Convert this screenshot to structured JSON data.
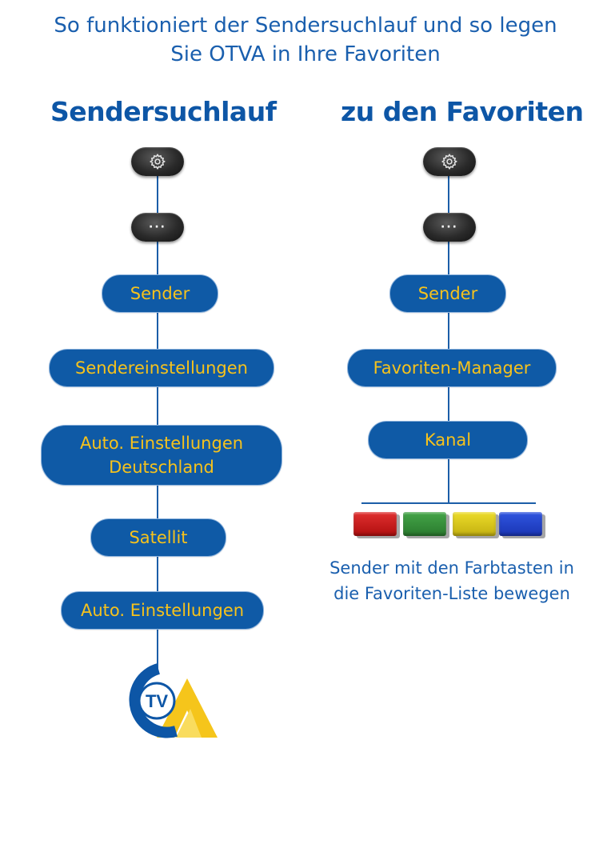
{
  "title": {
    "line1": "So funktioniert der Sendersuchlauf und so legen",
    "line2": "Sie OTVA in Ihre Favoriten"
  },
  "left": {
    "heading": "Sendersuchlauf",
    "steps": {
      "sender": "Sender",
      "sendereinstellungen": "Sendereinstellungen",
      "auto_line1": "Auto. Einstellungen",
      "auto_line2": "Deutschland",
      "satellit": "Satellit",
      "auto_einstellungen": "Auto. Einstellungen"
    },
    "logo_text": "TV"
  },
  "right": {
    "heading": "zu den Favoriten",
    "steps": {
      "sender": "Sender",
      "favoriten_manager": "Favoriten-Manager",
      "kanal": "Kanal"
    },
    "color_keys": [
      "red",
      "green",
      "yellow",
      "blue"
    ],
    "note_line1": "Sender mit den Farbtasten in",
    "note_line2": "die Favoriten-Liste bewegen"
  },
  "remote_buttons": {
    "settings_icon": "gear-icon",
    "more_label": "···"
  },
  "colors": {
    "box_fill": "#0f5aa6",
    "box_text": "#f6c21c",
    "heading": "#0d56a6",
    "red": "#c81414",
    "green": "#2f8a35",
    "yellow": "#d8c514",
    "blue": "#1d3fc8"
  }
}
